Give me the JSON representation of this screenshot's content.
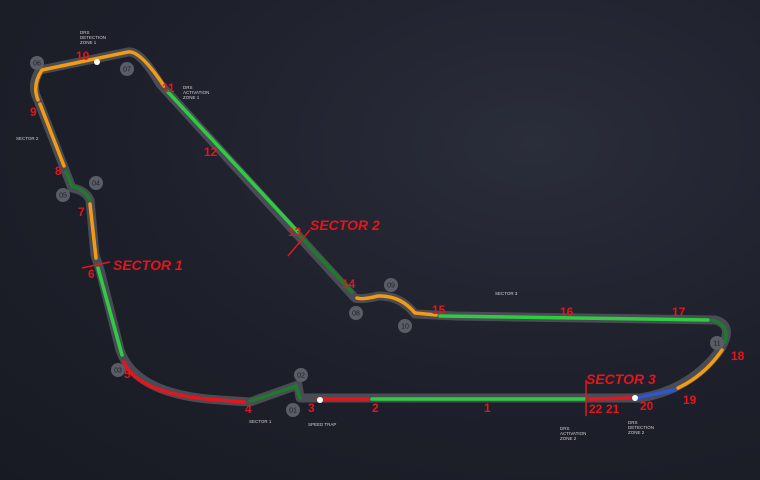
{
  "colors": {
    "track": "#4a4c55",
    "green": "#2ecc40",
    "darkgreen": "#1e7a2c",
    "orange": "#f39c12",
    "red": "#e8141c",
    "blue": "#2c55d8",
    "label": "#e8141c",
    "badge": "#5a5c66"
  },
  "turns": [
    "1",
    "2",
    "3",
    "4",
    "5",
    "6",
    "7",
    "8",
    "9",
    "10",
    "11",
    "12",
    "13",
    "14",
    "15",
    "16",
    "17",
    "18",
    "19",
    "20",
    "21",
    "22"
  ],
  "corner_codes": [
    "01",
    "02",
    "03",
    "04",
    "05",
    "06",
    "07",
    "08",
    "09",
    "10",
    "11"
  ],
  "sectors": {
    "s1": "SECTOR 1",
    "s2": "SECTOR 2",
    "s3": "SECTOR 3"
  },
  "notes": {
    "drs_detect_1_a": "DRS",
    "drs_detect_1_b": "DETECTION",
    "drs_detect_1_c": "ZONE 1",
    "drs_act_1_a": "DRS",
    "drs_act_1_b": "ACTIVATION",
    "drs_act_1_c": "ZONE 1",
    "drs_act_2_a": "DRS",
    "drs_act_2_b": "ACTIVATION",
    "drs_act_2_c": "ZONE 2",
    "drs_detect_2_a": "DRS",
    "drs_detect_2_b": "DETECTION",
    "drs_detect_2_c": "ZONE 2",
    "sector_1": "SECTOR 1",
    "sector_2": "SECTOR 2",
    "sector_3": "SECTOR 3",
    "speed_trap": "SPEED TRAP"
  }
}
